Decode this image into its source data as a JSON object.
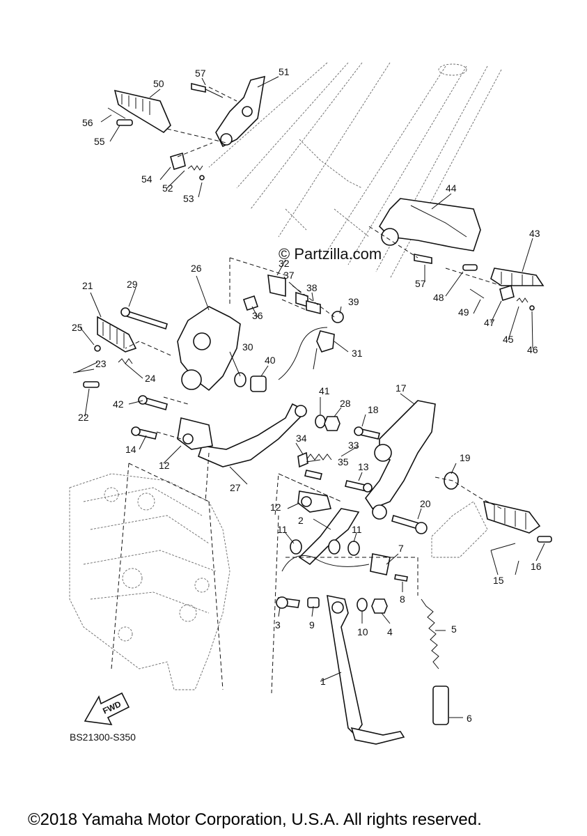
{
  "diagram": {
    "watermark": "© Partzilla.com",
    "drawing_code": "BS21300-S350",
    "copyright": "©2018 Yamaha Motor Corporation, U.S.A. All rights reserved.",
    "fwd_label": "FWD",
    "callouts": [
      "1",
      "2",
      "3",
      "4",
      "5",
      "6",
      "7",
      "8",
      "9",
      "10",
      "11",
      "11",
      "12",
      "12",
      "13",
      "14",
      "15",
      "16",
      "17",
      "18",
      "19",
      "20",
      "21",
      "22",
      "23",
      "24",
      "25",
      "26",
      "27",
      "28",
      "29",
      "30",
      "31",
      "32",
      "33",
      "34",
      "35",
      "36",
      "37",
      "38",
      "39",
      "40",
      "41",
      "42",
      "43",
      "44",
      "45",
      "46",
      "47",
      "48",
      "49",
      "50",
      "51",
      "52",
      "53",
      "54",
      "55",
      "56",
      "57",
      "57"
    ]
  }
}
